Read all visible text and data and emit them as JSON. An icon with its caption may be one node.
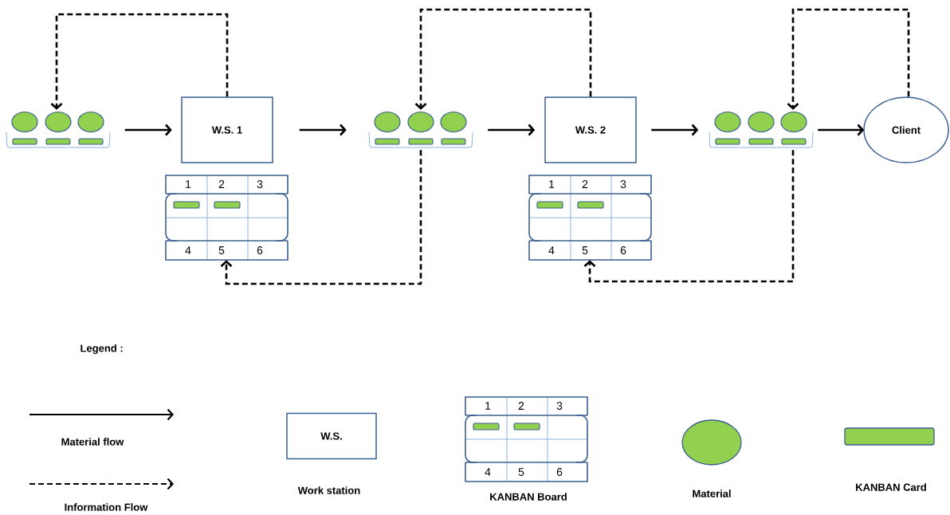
{
  "diagram": {
    "nodes": [
      {
        "text": [],
        "shape": "box"
      },
      {
        "text": [
          "W.S. 1"
        ]
      },
      {
        "text": [
          "1",
          "2",
          "3",
          "4",
          "5",
          "6"
        ]
      },
      {
        "text": [],
        "shape": "box"
      },
      {
        "text": [
          "W.S. 2"
        ]
      },
      {
        "text": [
          "1",
          "2",
          "3",
          "4",
          "5",
          "6"
        ]
      },
      {
        "text": [],
        "shape": "box"
      },
      {
        "text": [
          "Client"
        ]
      }
    ],
    "edges": [
      {
        "from": 0,
        "to": 1,
        "arrow": "to"
      },
      {
        "from": 1,
        "to": 3,
        "arrow": "to"
      },
      {
        "from": 3,
        "to": 4,
        "arrow": "to"
      },
      {
        "from": 4,
        "to": 6,
        "arrow": "to"
      },
      {
        "from": 6,
        "to": 7,
        "arrow": "to"
      },
      {
        "from": 1,
        "to": 0,
        "arrow": "to",
        "style": "dashed"
      },
      {
        "from": 3,
        "to": 2,
        "arrow": "to",
        "style": "dashed"
      },
      {
        "from": 4,
        "to": 3,
        "arrow": "to",
        "style": "dashed"
      },
      {
        "from": 6,
        "to": 5,
        "arrow": "to",
        "style": "dashed"
      },
      {
        "from": 7,
        "to": 6,
        "arrow": "to",
        "style": "dashed"
      }
    ],
    "labels": [
      "Legend :",
      "W.S.",
      "1",
      "2",
      "3",
      "4",
      "5",
      "6"
    ],
    "legend": [
      {
        "text": "Material flow"
      },
      {
        "text": "Information Flow"
      },
      {
        "text": "Work station"
      },
      {
        "text": "KANBAN Board"
      },
      {
        "text": "Material",
        "color": "#92d050"
      },
      {
        "text": "KANBAN Card",
        "color": "#92d050"
      }
    ]
  }
}
